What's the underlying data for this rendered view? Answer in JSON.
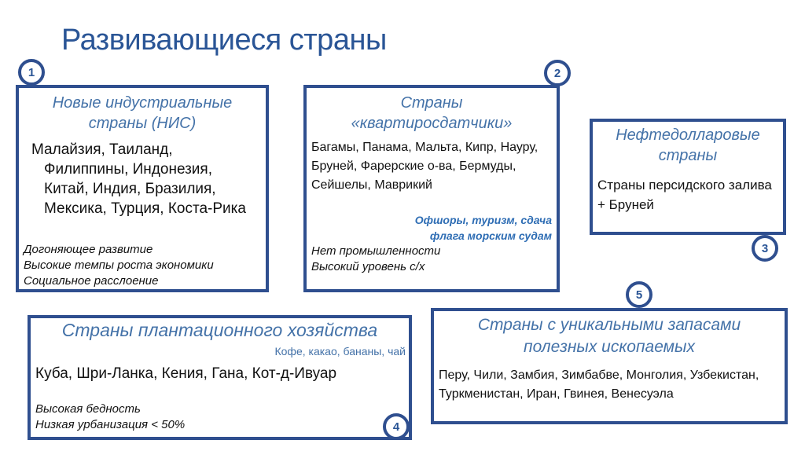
{
  "title": "Развивающиеся страны",
  "boxes": [
    {
      "num": "1",
      "heading": "Новые индустриальные страны (НИС)",
      "countries": "Малайзия, Таиланд, Филиппины, Индонезия, Китай, Индия, Бразилия, Мексика, Турция, Коста-Рика",
      "notes": [
        "Догоняющее развитие",
        "Высокие темпы роста экономики",
        "Социальное расслоение"
      ]
    },
    {
      "num": "2",
      "heading1": "Страны",
      "heading2": "«квартиросдатчики»",
      "countries": "Багамы, Панама, Мальта, Кипр, Науру, Бруней, Фарерские о-ва, Бермуды, Сейшелы, Маврикий",
      "highlight": "Офшоры, туризм, сдача флага морским судам",
      "notes": [
        "Нет промышленности",
        "Высокий уровень с/х"
      ]
    },
    {
      "num": "3",
      "heading": "Нефтедолларовые страны",
      "countries": "Страны персидского залива + Бруней"
    },
    {
      "num": "4",
      "heading": "Страны плантационного хозяйства",
      "products": "Кофе, какао, бананы, чай",
      "countries": "Куба, Шри-Ланка, Кения, Гана, Кот-д-Ивуар",
      "notes": [
        "Высокая бедность",
        "Низкая урбанизация < 50%"
      ]
    },
    {
      "num": "5",
      "heading": "Страны с уникальными запасами полезных ископаемых",
      "countries": "Перу, Чили, Замбия, Зимбабве, Монголия, Узбекистан, Туркменистан, Иран, Гвинея, Венесуэла"
    }
  ]
}
